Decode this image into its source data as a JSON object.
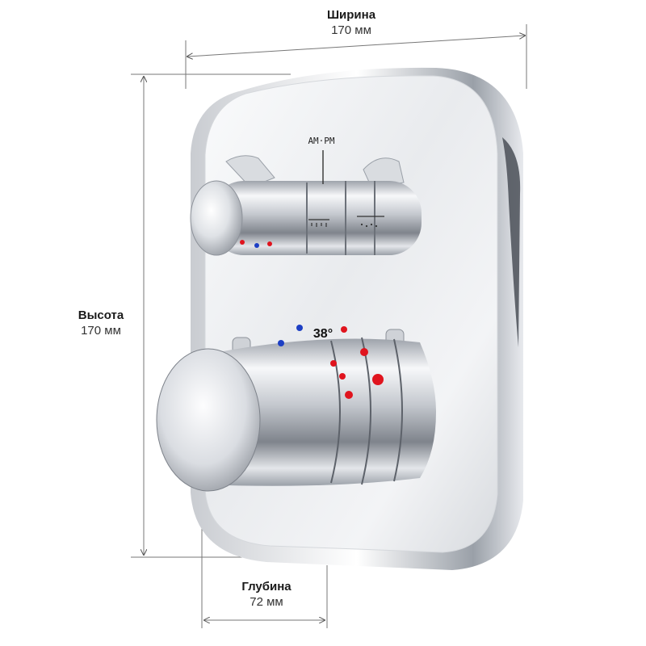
{
  "dimensions": {
    "width": {
      "name": "Ширина",
      "value": "170 мм"
    },
    "height": {
      "name": "Высота",
      "value": "170 мм"
    },
    "depth": {
      "name": "Глубина",
      "value": "72 мм"
    }
  },
  "product": {
    "brand_marking": "AM·PM",
    "temperature_marking": "38°"
  },
  "colors": {
    "hot_dot": "#e0141e",
    "cold_dot": "#1d3fc4",
    "chrome_light": "#f4f5f7",
    "chrome_dark": "#8a8e96",
    "dimension_line": "#555555"
  },
  "icons": [
    "hand-shower-icon",
    "overhead-shower-icon"
  ]
}
